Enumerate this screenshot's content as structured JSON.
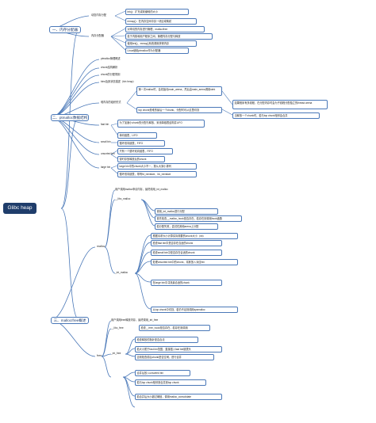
{
  "root": "Glibc heap",
  "sections": {
    "s1": "一、内存分配器",
    "s2": "二、ptmalloc数据结构",
    "s3": "三、malloc/free概述"
  },
  "s1": {
    "a": "动态内存分配",
    "a1": "brk()：扩充或收缩堆的大小",
    "a2": "mmap()：在内存空间中另一块区域映射",
    "b": "内存分配器",
    "b1": "对申请的内存进行管理，malloc/free",
    "b2": "处于内核和用户程序之间，管理内存分配与释放",
    "b3": "使用brk()、mmap()系统调用获得内存",
    "b4": "Linux使用ptmalloc作为分配器"
  },
  "s2": {
    "heap": "ptmalloc管理概述",
    "chunk": "chunk结构解析",
    "chunk2": "chunk的分配规则",
    "bins": "bins及其状态描述（bin heap）",
    "arena": "堆内存的组织形式",
    "arena1": "第一次malloc时，会初始化main_arena，然后由main_arena调用sbrk",
    "arena2": "top chunk是堆的最后一个chunk，分配时可从这里切割",
    "arena3": "如果程序有多线程，在分配内存时会为子线程分配独立的thread arena",
    "arena3b": "当释放一个chunk时，若与top chunk相邻会合并",
    "fastbin": "fast bin",
    "fb1": "为了加速小chunk的分配与释放，采用单链表结构并LIFO",
    "fb2": "单向链表，LIFO",
    "smallbin": "small bin",
    "sb1": "循环双向链表，FIFO",
    "unsorted": "unsorted bin",
    "ub1": "只有一个循环双向链表，FIFO",
    "ub2": "暂时存放释放后的chunk",
    "largebin": "large bin",
    "lb1": "large bin中的chunk大小不一，按从大到小排列",
    "lb2": "循环双向链表，带有fd_nextsize、bk_nextsize"
  },
  "s3": {
    "malloc": "malloc",
    "m0": "用户调用malloc申请内存，最终调用_int_malloc",
    "libc": "__libc_malloc",
    "libc1": "调用_int_malloc进行分配",
    "libc2": "首先检查__malloc_hook是否存在，若存在则调用hook函数",
    "libc3": "若分配失败，尝试在其他arena上分配",
    "int": "_int_malloc",
    "int1": "根据请求大小计算实际需要的chunk大小（nb）",
    "int2": "检查fast bin中是否存在合适的chunk",
    "int3": "检查small bin中是否存在合适的chunk",
    "int4": "处理unsorted bin中的chunk，将其放入对应bin",
    "int5": "在large bin中寻找最合适的chunk",
    "int6": "从top chunk中切割，若仍不足则调用sysmalloc",
    "free": "free",
    "f0": "用户调用free释放内存，最终调用_int_free",
    "libcf": "__libc_free",
    "lf1": "检查__free_hook是否存在，若存在则调用",
    "intf": "_int_free",
    "if1": "检查释放的指针是否合法",
    "if2": "若大小属于fast bin范围，直接插入fast bin链表头",
    "if3": "否则检查前后chunk是否空闲，进行合并",
    "if4": "合并后放入unsorted bin",
    "if5": "若与top chunk相邻则合并到top chunk",
    "if6": "若合并后大小超过阈值，调用malloc_consolidate"
  }
}
